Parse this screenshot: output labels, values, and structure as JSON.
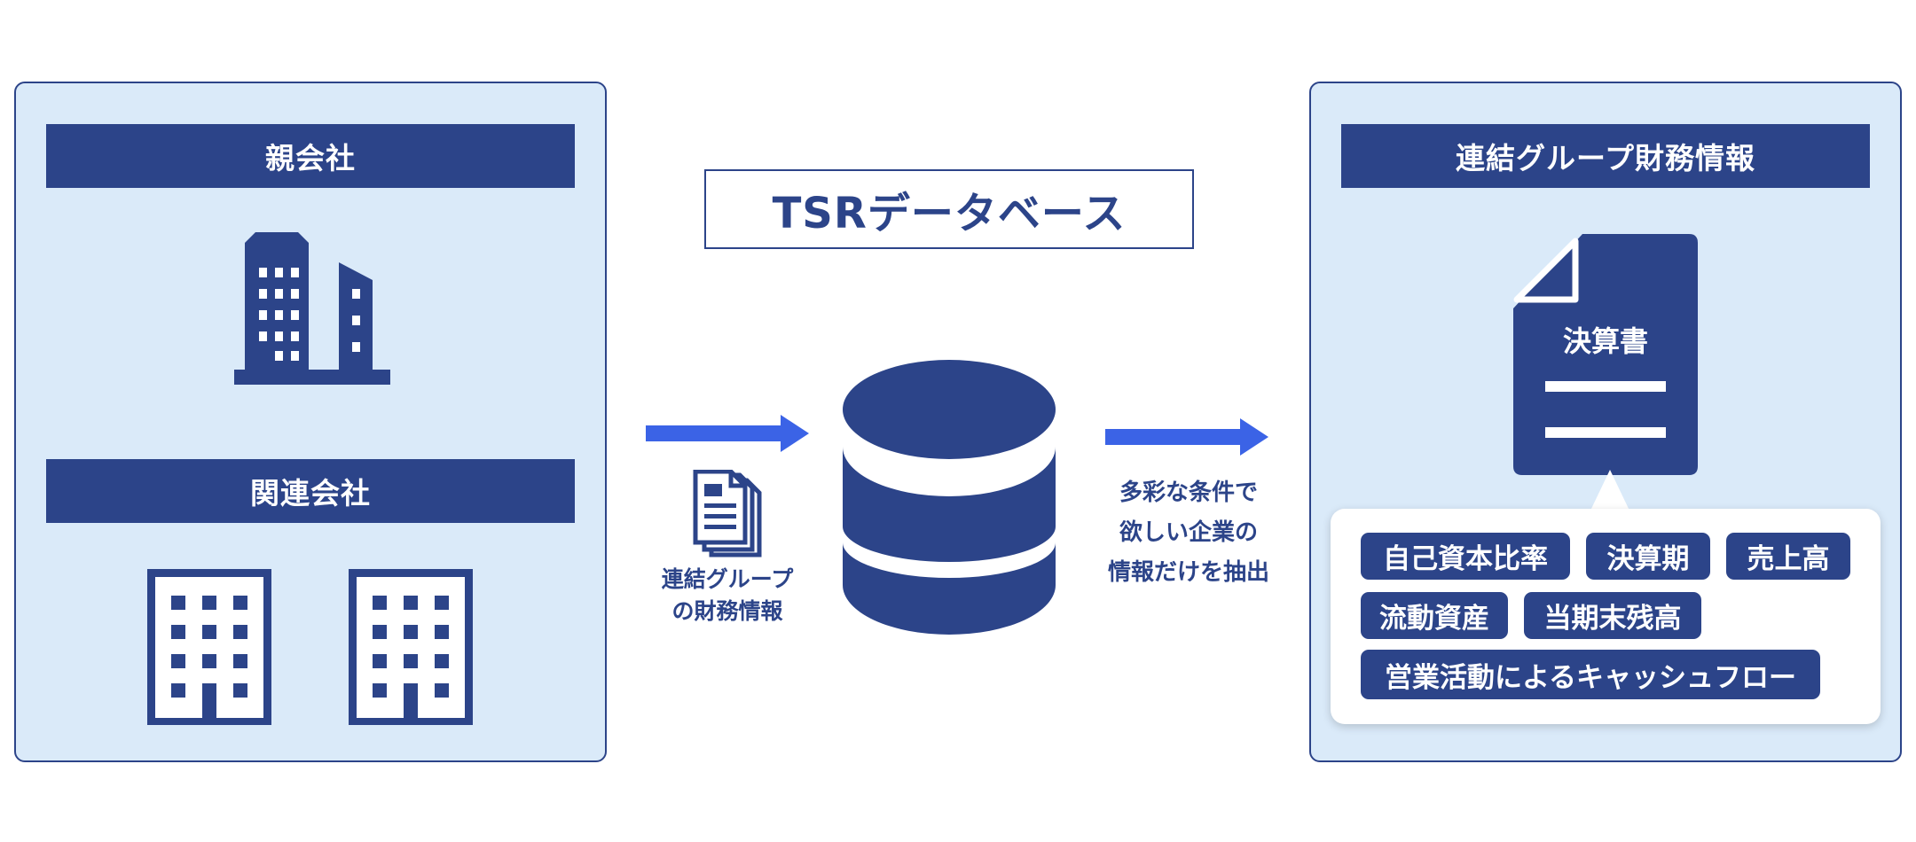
{
  "left_panel": {
    "parent_company": "親会社",
    "related_company": "関連会社"
  },
  "center": {
    "database_title": "TSRデータベース",
    "input_caption": [
      "連結グループ",
      "の財務情報"
    ],
    "output_caption": [
      "多彩な条件で",
      "欲しい企業の",
      "情報だけを抽出"
    ]
  },
  "right_panel": {
    "title": "連結グループ財務情報",
    "document_label": "決算書",
    "items": [
      "自己資本比率",
      "決算期",
      "売上高",
      "流動資産",
      "当期末残高",
      "営業活動によるキャッシュフロー"
    ]
  },
  "colors": {
    "navy": "#2c4489",
    "light_blue": "#daeaf9",
    "arrow_blue": "#3b63e6"
  }
}
